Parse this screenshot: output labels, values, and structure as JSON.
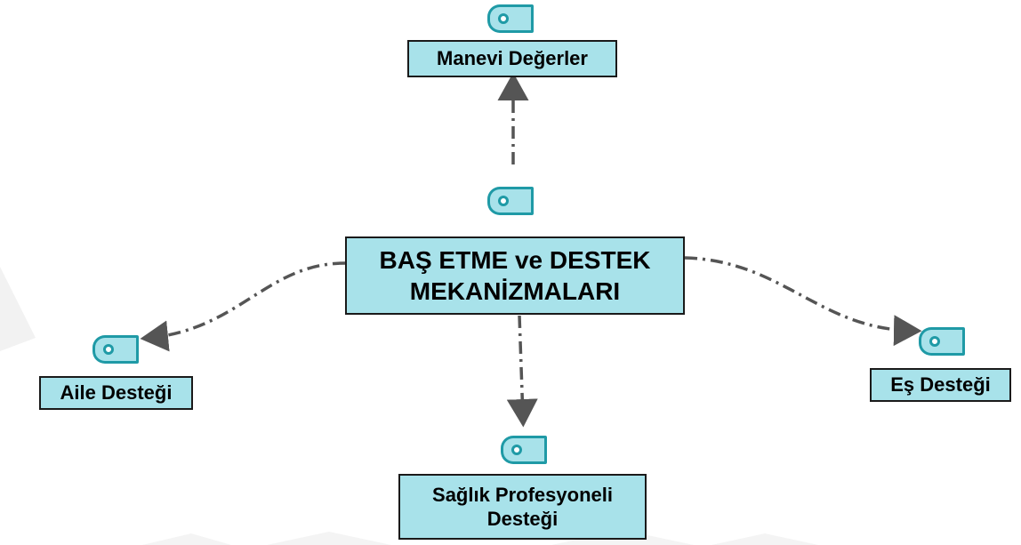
{
  "diagram": {
    "center": {
      "line1": "BAŞ ETME ve DESTEK",
      "line2": "MEKANİZMALARI"
    },
    "top": {
      "label": "Manevi Değerler"
    },
    "left": {
      "label": "Aile Desteği"
    },
    "right": {
      "label": "Eş Desteği"
    },
    "bottom": {
      "line1": "Sağlık Profesyoneli",
      "line2": "Desteği"
    }
  },
  "colors": {
    "node_fill": "#a8e2ea",
    "tag_stroke": "#1f9aa6",
    "arrow": "#555555"
  },
  "icons": [
    "tag-icon"
  ]
}
